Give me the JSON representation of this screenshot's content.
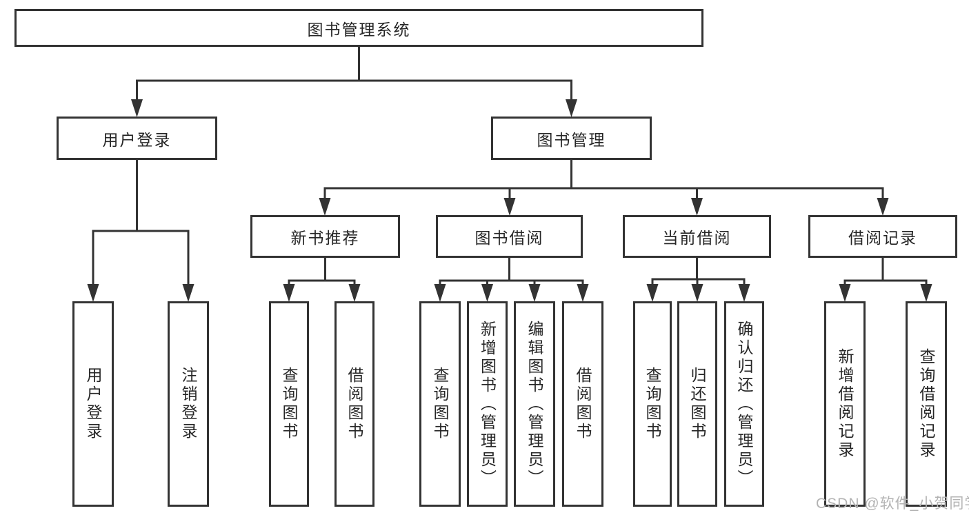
{
  "page": {
    "watermark": "CSDN @软件_小贺同学"
  },
  "colors": {
    "line": "#333333",
    "text": "#262626",
    "watermark": "#b3b3b3",
    "bg": "#ffffff"
  },
  "tree": {
    "root": {
      "label": "图书管理系统",
      "children": [
        {
          "label": "用户登录",
          "children": [
            {
              "label": "用户登录"
            },
            {
              "label": "注销登录"
            }
          ]
        },
        {
          "label": "图书管理",
          "children": [
            {
              "label": "新书推荐",
              "children": [
                {
                  "label": "查询图书"
                },
                {
                  "label": "借阅图书"
                }
              ]
            },
            {
              "label": "图书借阅",
              "children": [
                {
                  "label": "查询图书"
                },
                {
                  "label": "新增图书（管理员）"
                },
                {
                  "label": "编辑图书（管理员）"
                },
                {
                  "label": "借阅图书"
                }
              ]
            },
            {
              "label": "当前借阅",
              "children": [
                {
                  "label": "查询图书"
                },
                {
                  "label": "归还图书"
                },
                {
                  "label": "确认归还（管理员）"
                }
              ]
            },
            {
              "label": "借阅记录",
              "children": [
                {
                  "label": "新增借阅记录"
                },
                {
                  "label": "查询借阅记录"
                }
              ]
            }
          ]
        }
      ]
    }
  }
}
